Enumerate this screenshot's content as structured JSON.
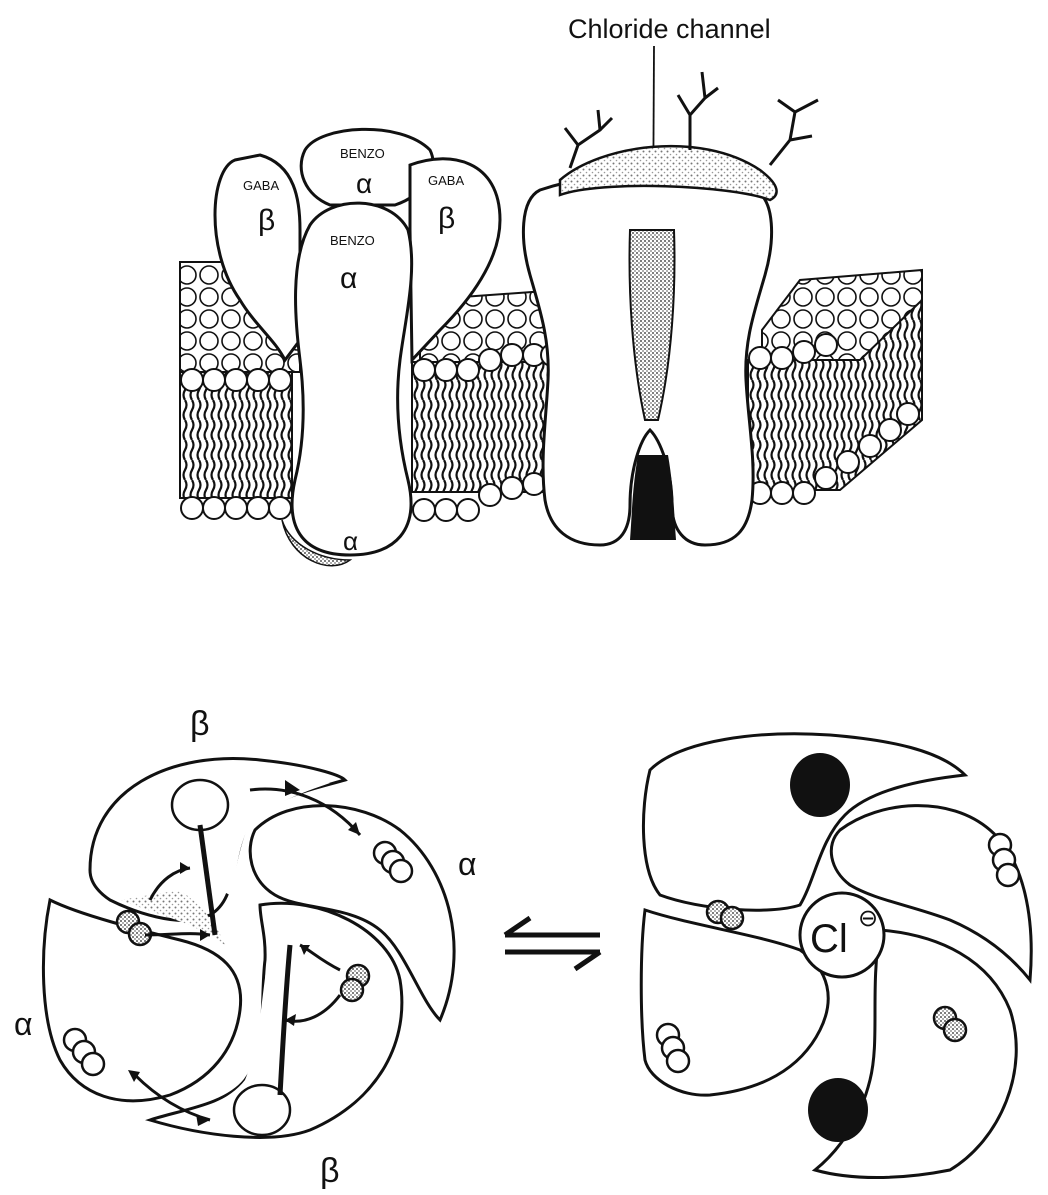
{
  "top_diagram": {
    "channel_label": "Chloride channel",
    "subunits": {
      "left_beta_site": "GABA",
      "left_beta_symbol": "β",
      "back_alpha_site": "BENZO",
      "back_alpha_symbol": "α",
      "right_beta_site": "GABA",
      "right_beta_symbol": "β",
      "front_alpha_site": "BENZO",
      "front_alpha_symbol": "α",
      "bottom_alpha_symbol": "α"
    }
  },
  "bottom_diagram": {
    "closed_state": {
      "label_top": "β",
      "label_right": "α",
      "label_left": "α",
      "label_bottom": "β"
    },
    "open_state": {
      "ion_label": "Cl",
      "ion_charge": "⊖"
    }
  },
  "colors": {
    "ink": "#111111",
    "paper": "#ffffff",
    "stipple": "#9a9a9a"
  }
}
